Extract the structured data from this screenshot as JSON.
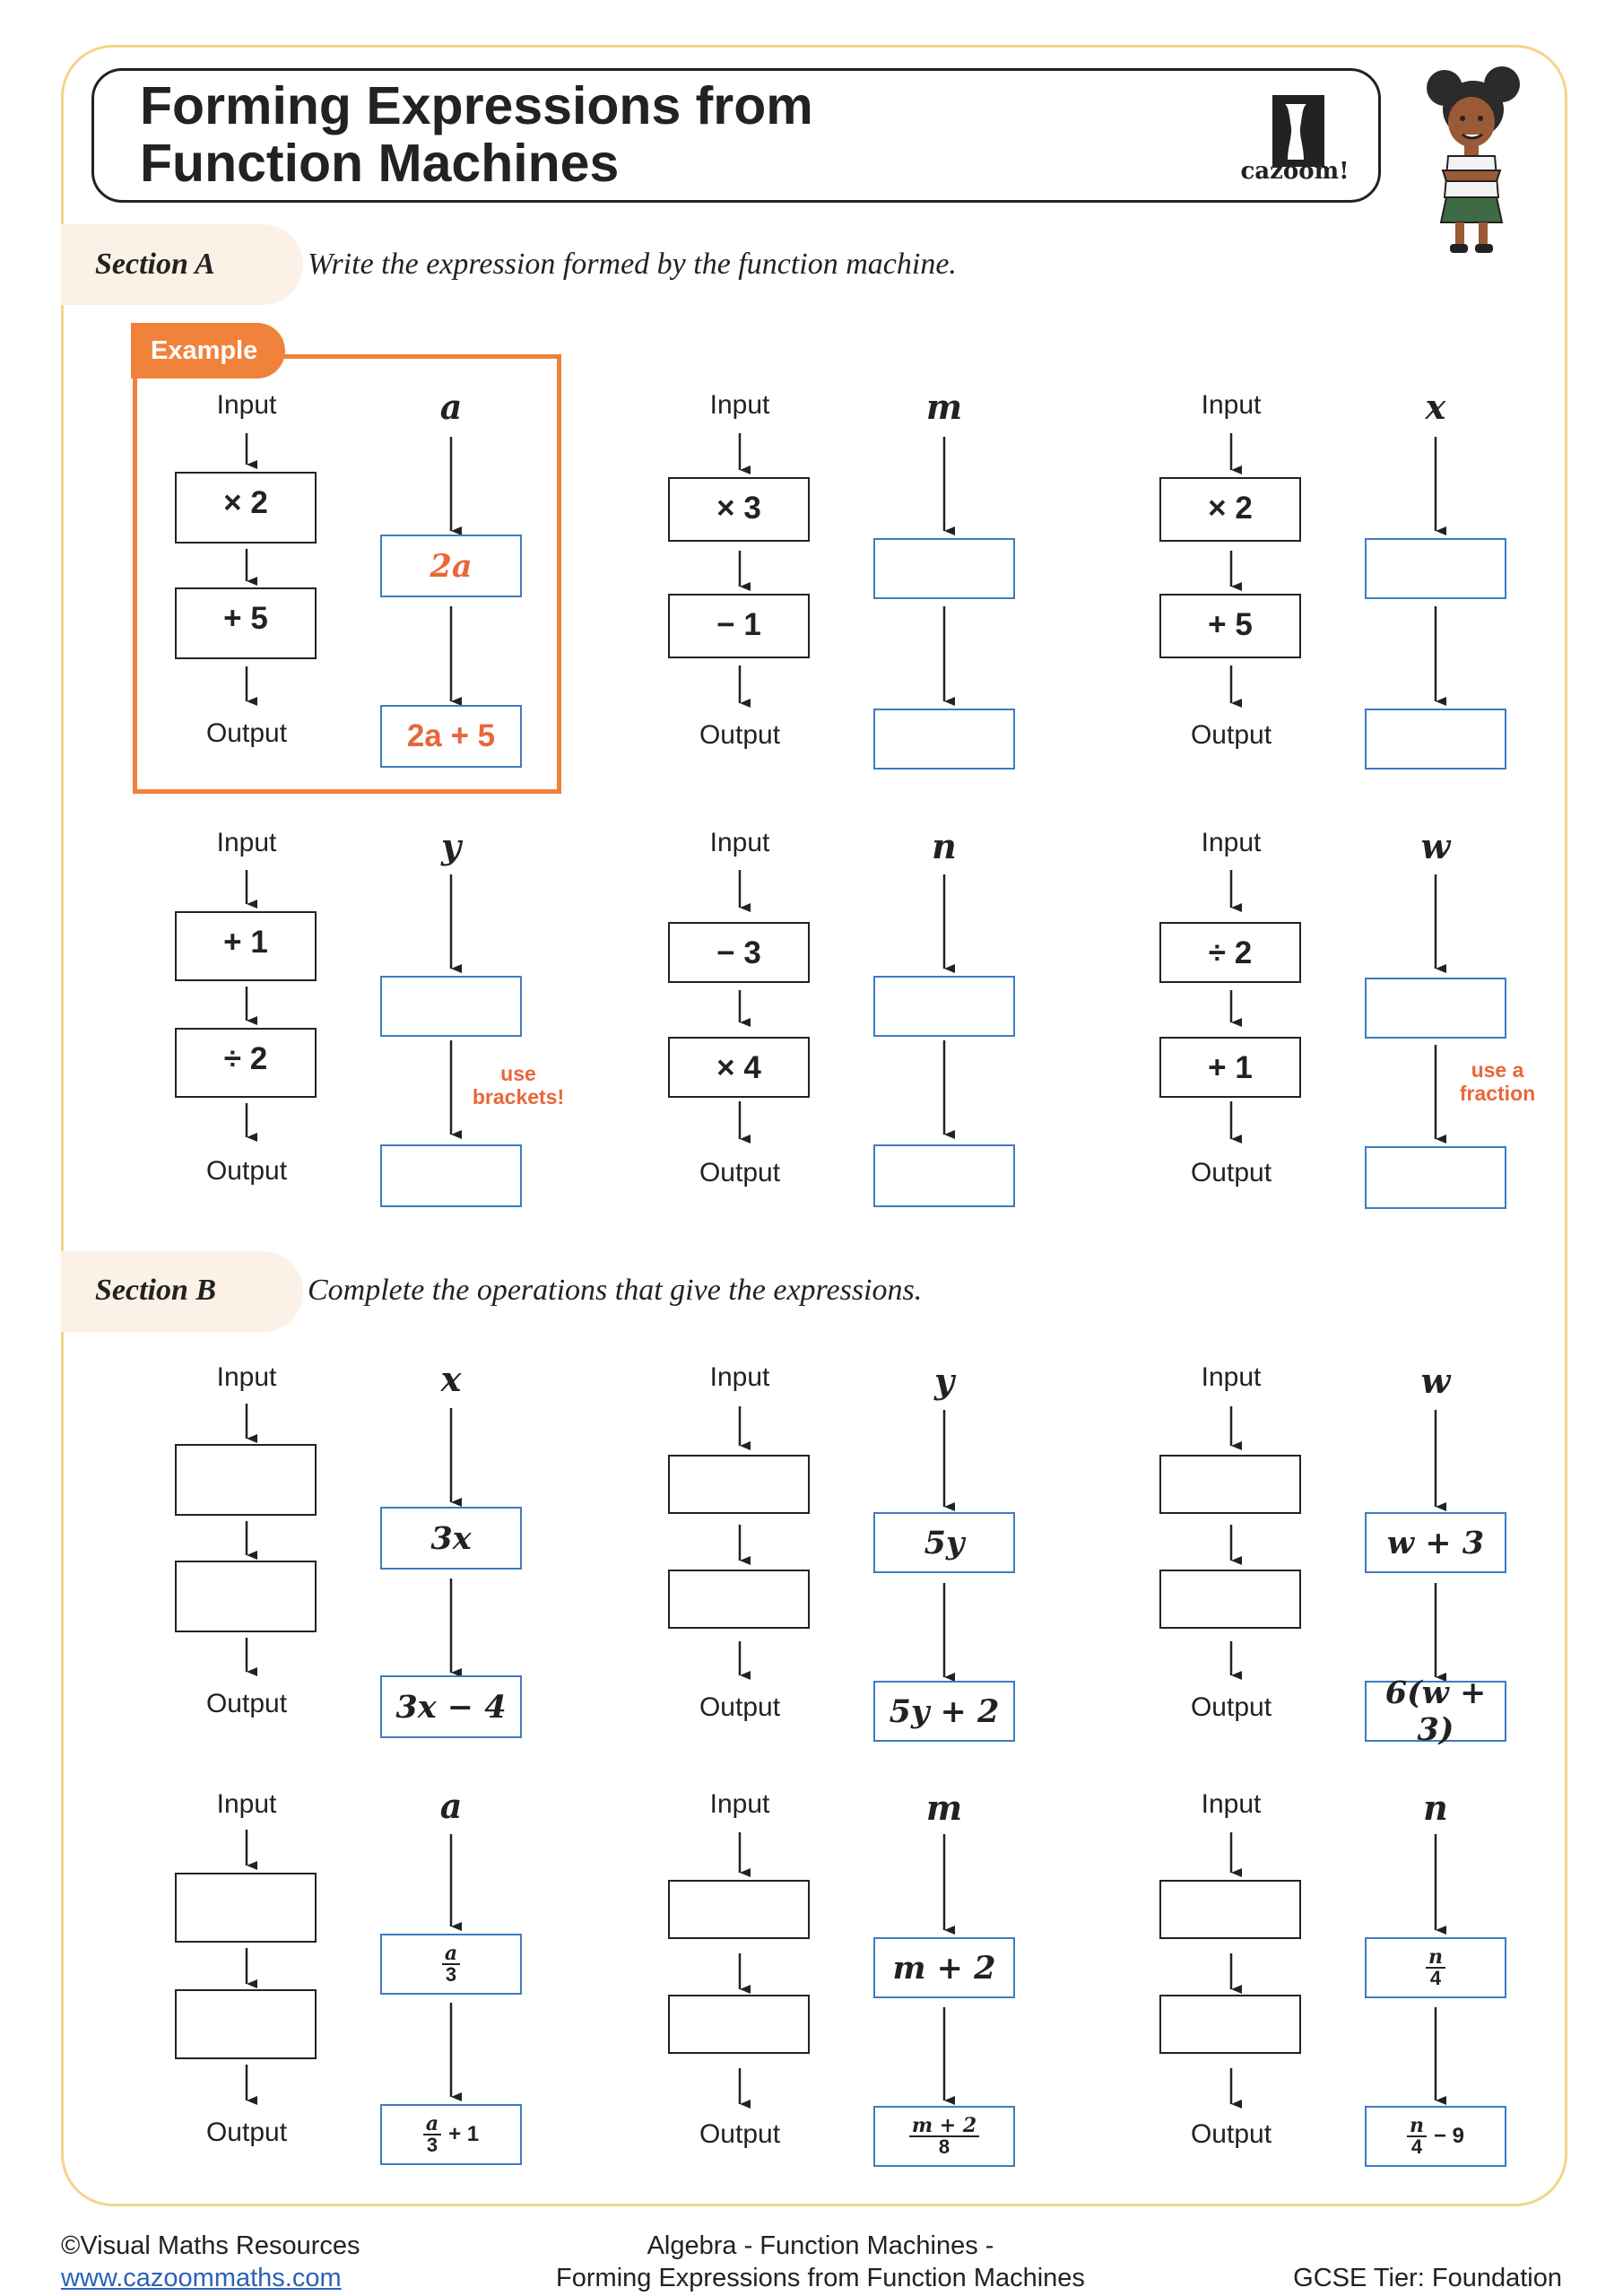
{
  "title": {
    "line1": "Forming Expressions from",
    "line2": "Function Machines"
  },
  "logo": {
    "text": "cazoom!"
  },
  "labels": {
    "input": "Input",
    "output": "Output"
  },
  "section_a": {
    "label": "Section A",
    "instruction": "Write the expression formed by the function machine.",
    "example_tab": "Example",
    "machines": [
      {
        "var": "a",
        "op1": "× 2",
        "op2": "+ 5",
        "ans1": "2a",
        "ans2": "2a + 5"
      },
      {
        "var": "m",
        "op1": "× 3",
        "op2": "− 1"
      },
      {
        "var": "x",
        "op1": "× 2",
        "op2": "+ 5"
      },
      {
        "var": "y",
        "op1": "+ 1",
        "op2": "÷ 2",
        "hint": [
          "use",
          "brackets!"
        ]
      },
      {
        "var": "n",
        "op1": "− 3",
        "op2": "× 4"
      },
      {
        "var": "w",
        "op1": "÷ 2",
        "op2": "+ 1",
        "hint": [
          "use a",
          "fraction"
        ]
      }
    ]
  },
  "section_b": {
    "label": "Section B",
    "instruction": "Complete the operations that give the expressions.",
    "machines": [
      {
        "var": "x",
        "ans1": "3x",
        "ans2": "3x − 4"
      },
      {
        "var": "y",
        "ans1": "5y",
        "ans2": "5y + 2"
      },
      {
        "var": "w",
        "ans1": "w + 3",
        "ans2": "6(w + 3)"
      },
      {
        "var": "a",
        "ans1_num": "a",
        "ans1_den": "3",
        "ans2_num": "a",
        "ans2_den": "3",
        "ans2_tail": "+ 1"
      },
      {
        "var": "m",
        "ans1": "m + 2",
        "ans2_num": "m + 2",
        "ans2_den": "8"
      },
      {
        "var": "n",
        "ans1_num": "n",
        "ans1_den": "4",
        "ans2_num": "n",
        "ans2_den": "4",
        "ans2_tail": "− 9"
      }
    ]
  },
  "footer": {
    "copyright": "©Visual Maths Resources",
    "website": "www.cazoommaths.com",
    "topic_line1": "Algebra - Function Machines -",
    "topic_line2": "Forming Expressions from Function Machines",
    "tier": "GCSE Tier: Foundation"
  },
  "colors": {
    "accent": "#f0823c",
    "answer_border": "#3d7cc0",
    "page_border": "#f4d48a",
    "section_pill": "#fbf1e6"
  }
}
